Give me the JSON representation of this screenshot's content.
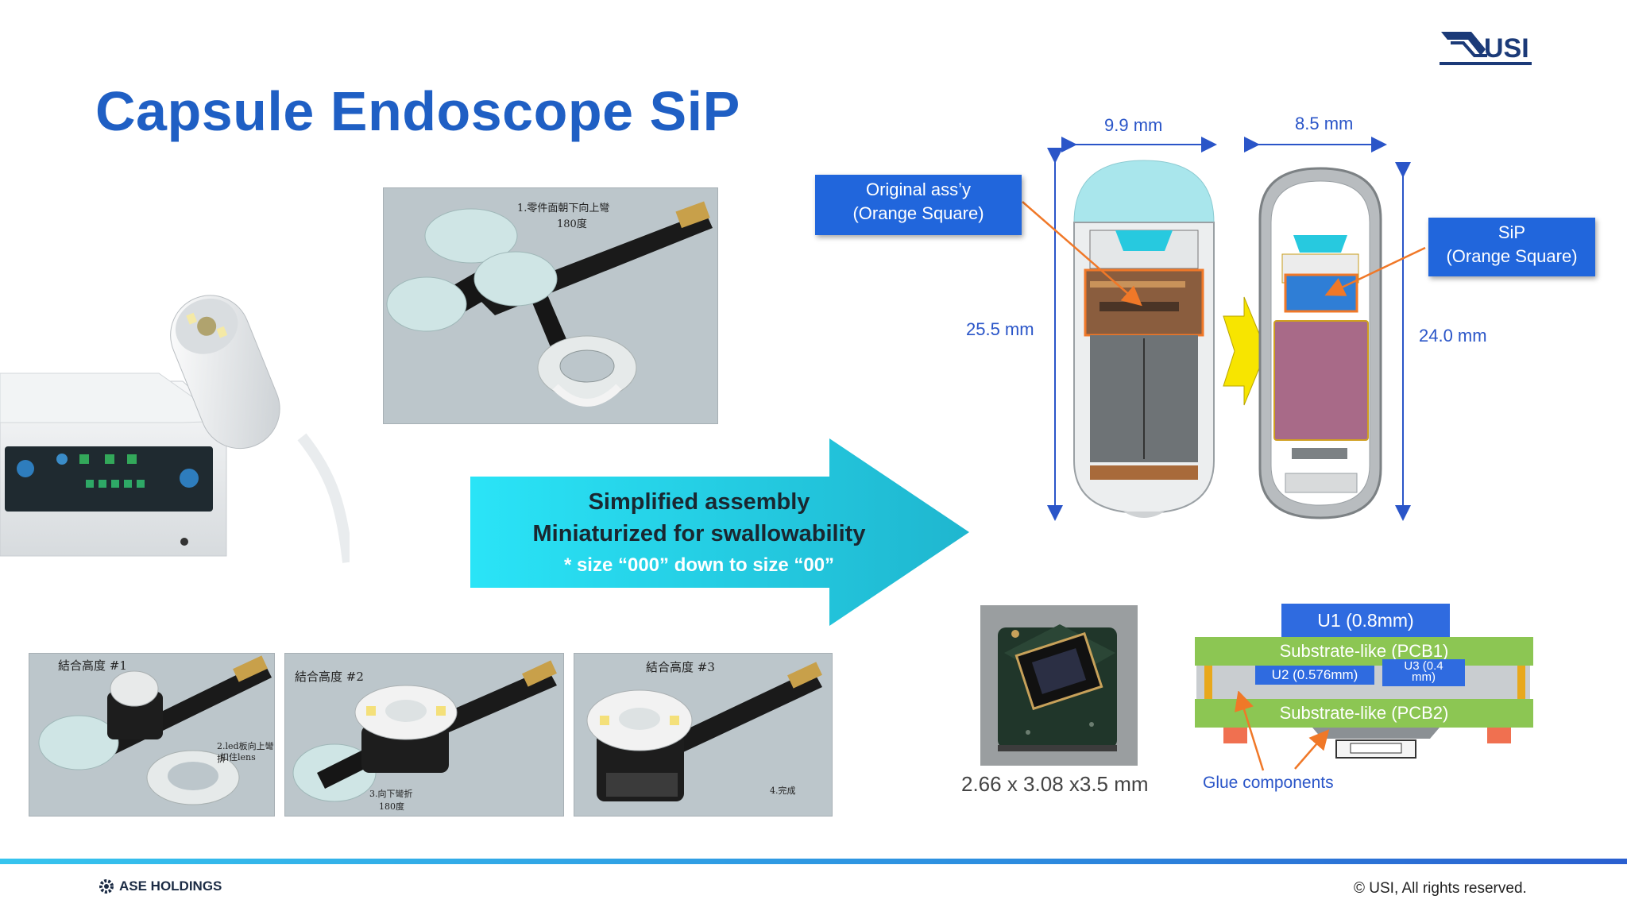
{
  "slide": {
    "title": "Capsule Endoscope SiP",
    "copyright": "© USI, All rights reserved.",
    "footer_logo": "ASE HOLDINGS",
    "brand_logo": "USI"
  },
  "assembly_images": {
    "top_caption_1": "1.零件面朝下向上彎",
    "top_caption_2": "180度",
    "step1_caption": "結合高度 #1",
    "step1_note_1": "2.led板向上彎折",
    "step1_note_2": "扣住lens",
    "step2_caption": "結合高度 #2",
    "step2_note_1": "3.向下彎折",
    "step2_note_2": "180度",
    "step3_caption": "結合高度 #3",
    "step3_note": "4.完成"
  },
  "arrow": {
    "line1": "Simplified assembly",
    "line2": "Miniaturized for swallowability",
    "line3": "* size “000” down to size “00”"
  },
  "capsule_compare": {
    "width_original": "9.9 mm",
    "width_sip": "8.5 mm",
    "height_original": "25.5 mm",
    "height_sip": "24.0 mm",
    "label_original_1": "Original ass’y",
    "label_original_2": "(Orange Square)",
    "label_sip_1": "SiP",
    "label_sip_2": "(Orange Square)"
  },
  "chip": {
    "dimensions": "2.66 x 3.08 x3.5 mm"
  },
  "stack": {
    "u1": "U1 (0.8mm)",
    "pcb1": "Substrate-like (PCB1)",
    "pcb2": "Substrate-like (PCB2)",
    "u2": "U2 (0.576mm)",
    "u3_1": "U3 (0.4",
    "u3_2": "mm)",
    "glue": "Glue components"
  },
  "colors": {
    "title_blue": "#1f5fc4",
    "label_blue": "#2166dc",
    "arrow_cyan": "#2ee0f5",
    "pcb_green": "#8cc653",
    "orange": "#f07828"
  }
}
